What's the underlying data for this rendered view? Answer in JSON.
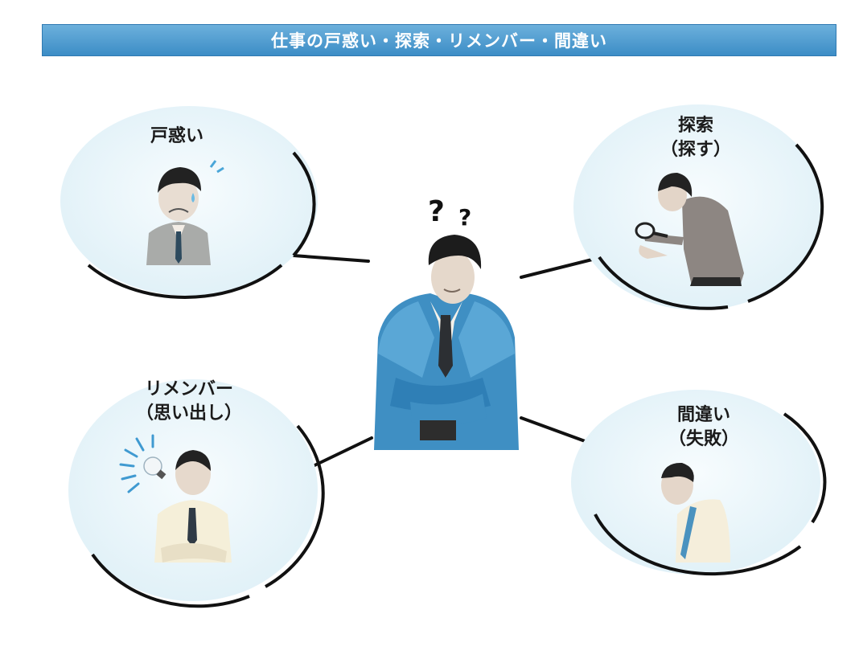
{
  "title": "仕事の戸惑い・探索・リメンバー・間違い",
  "center": {
    "question_marks": "? ?"
  },
  "bubbles": {
    "confusion": {
      "line1": "戸惑い"
    },
    "search": {
      "line1": "探索",
      "line2": "（探す）"
    },
    "remember": {
      "line1": "リメンバー",
      "line2": "（思い出し）"
    },
    "mistake": {
      "line1": "間違い",
      "line2": "（失敗）"
    }
  },
  "colors": {
    "title_bar": "#4a9bd0",
    "bubble_fill": "#e9f5fa",
    "suit_blue": "#3f8fc3",
    "suit_gray": "#a7aaa8",
    "hair": "#1c1c1c",
    "skin": "#efe6dc"
  }
}
